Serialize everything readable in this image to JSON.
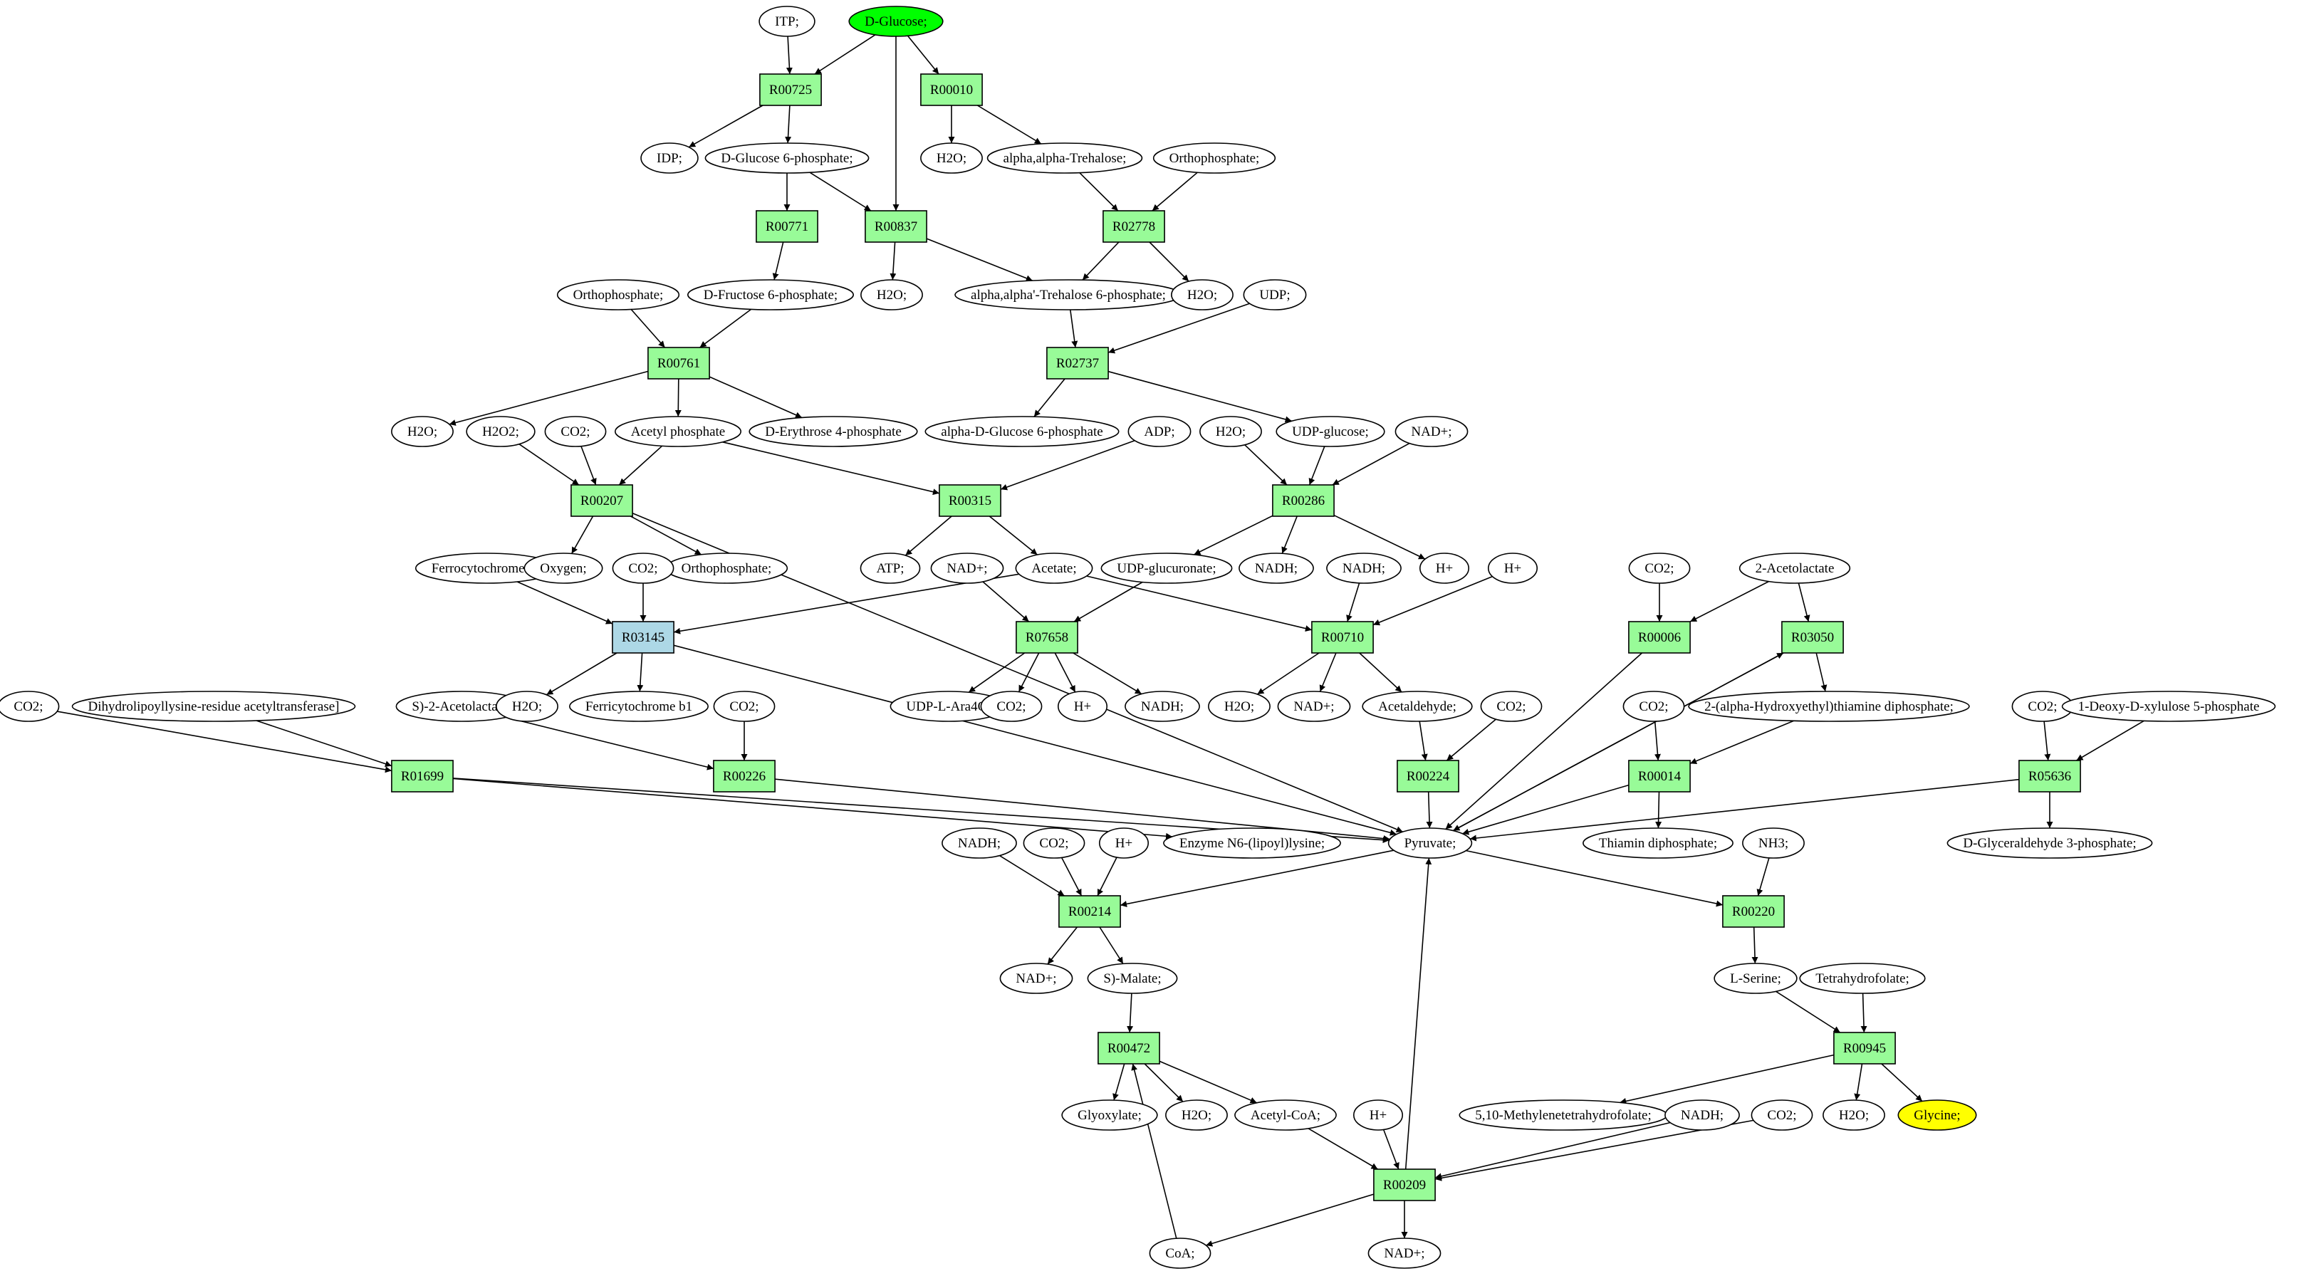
{
  "colors": {
    "metabolite": "#ffffff",
    "reaction": "#98fb98",
    "reaction_alt": "#add8e6",
    "start": "#00ff00",
    "target": "#ffff00",
    "stroke": "#000000"
  },
  "nodes": [
    {
      "id": "itp",
      "label": "ITP;",
      "shape": "ellipse",
      "color": "metabolite"
    },
    {
      "id": "dglucose",
      "label": "D-Glucose;",
      "shape": "ellipse",
      "color": "start"
    },
    {
      "id": "r00725",
      "label": "R00725",
      "shape": "rect",
      "color": "reaction"
    },
    {
      "id": "r00010",
      "label": "R00010",
      "shape": "rect",
      "color": "reaction"
    },
    {
      "id": "idp",
      "label": "IDP;",
      "shape": "ellipse",
      "color": "metabolite"
    },
    {
      "id": "g6p",
      "label": "D-Glucose 6-phosphate;",
      "shape": "ellipse",
      "color": "metabolite"
    },
    {
      "id": "h2o_a",
      "label": "H2O;",
      "shape": "ellipse",
      "color": "metabolite"
    },
    {
      "id": "trehalose",
      "label": "alpha,alpha-Trehalose;",
      "shape": "ellipse",
      "color": "metabolite"
    },
    {
      "id": "orthop_a",
      "label": "Orthophosphate;",
      "shape": "ellipse",
      "color": "metabolite"
    },
    {
      "id": "r00771",
      "label": "R00771",
      "shape": "rect",
      "color": "reaction"
    },
    {
      "id": "r00837",
      "label": "R00837",
      "shape": "rect",
      "color": "reaction"
    },
    {
      "id": "r02778",
      "label": "R02778",
      "shape": "rect",
      "color": "reaction"
    },
    {
      "id": "orthop_b",
      "label": "Orthophosphate;",
      "shape": "ellipse",
      "color": "metabolite"
    },
    {
      "id": "f6p",
      "label": "D-Fructose 6-phosphate;",
      "shape": "ellipse",
      "color": "metabolite"
    },
    {
      "id": "h2o_b",
      "label": "H2O;",
      "shape": "ellipse",
      "color": "metabolite"
    },
    {
      "id": "t6p",
      "label": "alpha,alpha'-Trehalose 6-phosphate;",
      "shape": "ellipse",
      "color": "metabolite"
    },
    {
      "id": "h2o_c",
      "label": "H2O;",
      "shape": "ellipse",
      "color": "metabolite"
    },
    {
      "id": "udp",
      "label": "UDP;",
      "shape": "ellipse",
      "color": "metabolite"
    },
    {
      "id": "r00761",
      "label": "R00761",
      "shape": "rect",
      "color": "reaction"
    },
    {
      "id": "r02737",
      "label": "R02737",
      "shape": "rect",
      "color": "reaction"
    },
    {
      "id": "h2o_d",
      "label": "H2O;",
      "shape": "ellipse",
      "color": "metabolite"
    },
    {
      "id": "h2o2",
      "label": "H2O2;",
      "shape": "ellipse",
      "color": "metabolite"
    },
    {
      "id": "co2_a",
      "label": "CO2;",
      "shape": "ellipse",
      "color": "metabolite"
    },
    {
      "id": "acetylp",
      "label": "Acetyl phosphate",
      "shape": "ellipse",
      "color": "metabolite"
    },
    {
      "id": "e4p",
      "label": "D-Erythrose 4-phosphate",
      "shape": "ellipse",
      "color": "metabolite"
    },
    {
      "id": "adg6p",
      "label": "alpha-D-Glucose 6-phosphate",
      "shape": "ellipse",
      "color": "metabolite"
    },
    {
      "id": "adp",
      "label": "ADP;",
      "shape": "ellipse",
      "color": "metabolite"
    },
    {
      "id": "h2o_e",
      "label": "H2O;",
      "shape": "ellipse",
      "color": "metabolite"
    },
    {
      "id": "udpglc",
      "label": "UDP-glucose;",
      "shape": "ellipse",
      "color": "metabolite"
    },
    {
      "id": "nadp_a",
      "label": "NAD+;",
      "shape": "ellipse",
      "color": "metabolite"
    },
    {
      "id": "r00207",
      "label": "R00207",
      "shape": "rect",
      "color": "reaction"
    },
    {
      "id": "r00315",
      "label": "R00315",
      "shape": "rect",
      "color": "reaction"
    },
    {
      "id": "r00286",
      "label": "R00286",
      "shape": "rect",
      "color": "reaction"
    },
    {
      "id": "ferro",
      "label": "Ferrocytochrome b1",
      "shape": "ellipse",
      "color": "metabolite"
    },
    {
      "id": "oxygen",
      "label": "Oxygen;",
      "shape": "ellipse",
      "color": "metabolite"
    },
    {
      "id": "orthop_c",
      "label": "Orthophosphate;",
      "shape": "ellipse",
      "color": "metabolite"
    },
    {
      "id": "co2_b",
      "label": "CO2;",
      "shape": "ellipse",
      "color": "metabolite"
    },
    {
      "id": "atp",
      "label": "ATP;",
      "shape": "ellipse",
      "color": "metabolite"
    },
    {
      "id": "nadp_b",
      "label": "NAD+;",
      "shape": "ellipse",
      "color": "metabolite"
    },
    {
      "id": "acetate",
      "label": "Acetate;",
      "shape": "ellipse",
      "color": "metabolite"
    },
    {
      "id": "udpglcu",
      "label": "UDP-glucuronate;",
      "shape": "ellipse",
      "color": "metabolite"
    },
    {
      "id": "nadh_a",
      "label": "NADH;",
      "shape": "ellipse",
      "color": "metabolite"
    },
    {
      "id": "nadh_b",
      "label": "NADH;",
      "shape": "ellipse",
      "color": "metabolite"
    },
    {
      "id": "hplus_a",
      "label": "H+",
      "shape": "ellipse",
      "color": "metabolite"
    },
    {
      "id": "hplus_b",
      "label": "H+",
      "shape": "ellipse",
      "color": "metabolite"
    },
    {
      "id": "co2_c",
      "label": "CO2;",
      "shape": "ellipse",
      "color": "metabolite"
    },
    {
      "id": "acetolactate",
      "label": "2-Acetolactate",
      "shape": "ellipse",
      "color": "metabolite"
    },
    {
      "id": "r03145",
      "label": "R03145",
      "shape": "rect",
      "color": "reaction_alt"
    },
    {
      "id": "r07658",
      "label": "R07658",
      "shape": "rect",
      "color": "reaction"
    },
    {
      "id": "r00710",
      "label": "R00710",
      "shape": "rect",
      "color": "reaction"
    },
    {
      "id": "r00006",
      "label": "R00006",
      "shape": "rect",
      "color": "reaction"
    },
    {
      "id": "r03050",
      "label": "R03050",
      "shape": "rect",
      "color": "reaction"
    },
    {
      "id": "co2_d",
      "label": "CO2;",
      "shape": "ellipse",
      "color": "metabolite"
    },
    {
      "id": "dlat",
      "label": "Dihydrolipoyllysine-residue acetyltransferase]",
      "shape": "ellipse",
      "color": "metabolite"
    },
    {
      "id": "sacetolactate",
      "label": "S)-2-Acetolactate;",
      "shape": "ellipse",
      "color": "metabolite"
    },
    {
      "id": "co2_e",
      "label": "CO2;",
      "shape": "ellipse",
      "color": "metabolite"
    },
    {
      "id": "h2o_f",
      "label": "H2O;",
      "shape": "ellipse",
      "color": "metabolite"
    },
    {
      "id": "ferri",
      "label": "Ferricytochrome b1",
      "shape": "ellipse",
      "color": "metabolite"
    },
    {
      "id": "udpara",
      "label": "UDP-L-Ara4O;",
      "shape": "ellipse",
      "color": "metabolite"
    },
    {
      "id": "co2_f",
      "label": "CO2;",
      "shape": "ellipse",
      "color": "metabolite"
    },
    {
      "id": "hplus_c",
      "label": "H+",
      "shape": "ellipse",
      "color": "metabolite"
    },
    {
      "id": "nadh_c",
      "label": "NADH;",
      "shape": "ellipse",
      "color": "metabolite"
    },
    {
      "id": "h2o_g",
      "label": "H2O;",
      "shape": "ellipse",
      "color": "metabolite"
    },
    {
      "id": "nadp_c",
      "label": "NAD+;",
      "shape": "ellipse",
      "color": "metabolite"
    },
    {
      "id": "acetaldehyde",
      "label": "Acetaldehyde;",
      "shape": "ellipse",
      "color": "metabolite"
    },
    {
      "id": "co2_g",
      "label": "CO2;",
      "shape": "ellipse",
      "color": "metabolite"
    },
    {
      "id": "hetdp",
      "label": "2-(alpha-Hydroxyethyl)thiamine diphosphate;",
      "shape": "ellipse",
      "color": "metabolite"
    },
    {
      "id": "co2_h",
      "label": "CO2;",
      "shape": "ellipse",
      "color": "metabolite"
    },
    {
      "id": "co2_i",
      "label": "CO2;",
      "shape": "ellipse",
      "color": "metabolite"
    },
    {
      "id": "dxp",
      "label": "1-Deoxy-D-xylulose 5-phosphate",
      "shape": "ellipse",
      "color": "metabolite"
    },
    {
      "id": "r01699",
      "label": "R01699",
      "shape": "rect",
      "color": "reaction"
    },
    {
      "id": "r00226",
      "label": "R00226",
      "shape": "rect",
      "color": "reaction"
    },
    {
      "id": "r00224",
      "label": "R00224",
      "shape": "rect",
      "color": "reaction"
    },
    {
      "id": "r00014",
      "label": "R00014",
      "shape": "rect",
      "color": "reaction"
    },
    {
      "id": "r05636",
      "label": "R05636",
      "shape": "rect",
      "color": "reaction"
    },
    {
      "id": "enzyme",
      "label": "Enzyme N6-(lipoyl)lysine;",
      "shape": "ellipse",
      "color": "metabolite"
    },
    {
      "id": "pyruvate",
      "label": "Pyruvate;",
      "shape": "ellipse",
      "color": "metabolite"
    },
    {
      "id": "thdp",
      "label": "Thiamin diphosphate;",
      "shape": "ellipse",
      "color": "metabolite"
    },
    {
      "id": "nh3",
      "label": "NH3;",
      "shape": "ellipse",
      "color": "metabolite"
    },
    {
      "id": "gap",
      "label": "D-Glyceraldehyde 3-phosphate;",
      "shape": "ellipse",
      "color": "metabolite"
    },
    {
      "id": "nadh_d",
      "label": "NADH;",
      "shape": "ellipse",
      "color": "metabolite"
    },
    {
      "id": "co2_j",
      "label": "CO2;",
      "shape": "ellipse",
      "color": "metabolite"
    },
    {
      "id": "hplus_d",
      "label": "H+",
      "shape": "ellipse",
      "color": "metabolite"
    },
    {
      "id": "r00214",
      "label": "R00214",
      "shape": "rect",
      "color": "reaction"
    },
    {
      "id": "r00220",
      "label": "R00220",
      "shape": "rect",
      "color": "reaction"
    },
    {
      "id": "nadp_d",
      "label": "NAD+;",
      "shape": "ellipse",
      "color": "metabolite"
    },
    {
      "id": "smalate",
      "label": "S)-Malate;",
      "shape": "ellipse",
      "color": "metabolite"
    },
    {
      "id": "lserine",
      "label": "L-Serine;",
      "shape": "ellipse",
      "color": "metabolite"
    },
    {
      "id": "thf",
      "label": "Tetrahydrofolate;",
      "shape": "ellipse",
      "color": "metabolite"
    },
    {
      "id": "r00472",
      "label": "R00472",
      "shape": "rect",
      "color": "reaction"
    },
    {
      "id": "r00945",
      "label": "R00945",
      "shape": "rect",
      "color": "reaction"
    },
    {
      "id": "glyoxylate",
      "label": "Glyoxylate;",
      "shape": "ellipse",
      "color": "metabolite"
    },
    {
      "id": "h2o_h",
      "label": "H2O;",
      "shape": "ellipse",
      "color": "metabolite"
    },
    {
      "id": "acetylcoa",
      "label": "Acetyl-CoA;",
      "shape": "ellipse",
      "color": "metabolite"
    },
    {
      "id": "hplus_e",
      "label": "H+",
      "shape": "ellipse",
      "color": "metabolite"
    },
    {
      "id": "methylenethf",
      "label": "5,10-Methylenetetrahydrofolate;",
      "shape": "ellipse",
      "color": "metabolite"
    },
    {
      "id": "nadh_e",
      "label": "NADH;",
      "shape": "ellipse",
      "color": "metabolite"
    },
    {
      "id": "co2_k",
      "label": "CO2;",
      "shape": "ellipse",
      "color": "metabolite"
    },
    {
      "id": "h2o_i",
      "label": "H2O;",
      "shape": "ellipse",
      "color": "metabolite"
    },
    {
      "id": "glycine",
      "label": "Glycine;",
      "shape": "ellipse",
      "color": "target"
    },
    {
      "id": "r00209",
      "label": "R00209",
      "shape": "rect",
      "color": "reaction"
    },
    {
      "id": "coa",
      "label": "CoA;",
      "shape": "ellipse",
      "color": "metabolite"
    },
    {
      "id": "nadp_e",
      "label": "NAD+;",
      "shape": "ellipse",
      "color": "metabolite"
    }
  ],
  "edges": [
    [
      "itp",
      "r00725"
    ],
    [
      "dglucose",
      "r00725"
    ],
    [
      "dglucose",
      "r00837"
    ],
    [
      "dglucose",
      "r00010"
    ],
    [
      "r00725",
      "idp"
    ],
    [
      "r00725",
      "g6p"
    ],
    [
      "r00010",
      "h2o_a"
    ],
    [
      "r00010",
      "trehalose"
    ],
    [
      "g6p",
      "r00771"
    ],
    [
      "g6p",
      "r00837"
    ],
    [
      "trehalose",
      "r02778"
    ],
    [
      "orthop_a",
      "r02778"
    ],
    [
      "r00771",
      "f6p"
    ],
    [
      "r00837",
      "h2o_b"
    ],
    [
      "r00837",
      "t6p"
    ],
    [
      "r02778",
      "t6p"
    ],
    [
      "r02778",
      "h2o_c"
    ],
    [
      "f6p",
      "r00761"
    ],
    [
      "orthop_b",
      "r00761"
    ],
    [
      "t6p",
      "r02737"
    ],
    [
      "udp",
      "r02737"
    ],
    [
      "r00761",
      "h2o_d"
    ],
    [
      "r00761",
      "acetylp"
    ],
    [
      "r00761",
      "e4p"
    ],
    [
      "r02737",
      "adg6p"
    ],
    [
      "r02737",
      "udpglc"
    ],
    [
      "h2o2",
      "r00207"
    ],
    [
      "co2_a",
      "r00207"
    ],
    [
      "acetylp",
      "r00207"
    ],
    [
      "acetylp",
      "r00315"
    ],
    [
      "adp",
      "r00315"
    ],
    [
      "h2o_e",
      "r00286"
    ],
    [
      "udpglc",
      "r00286"
    ],
    [
      "nadp_a",
      "r00286"
    ],
    [
      "r00207",
      "oxygen"
    ],
    [
      "r00207",
      "orthop_c"
    ],
    [
      "r00207",
      "pyruvate"
    ],
    [
      "r00315",
      "atp"
    ],
    [
      "r00315",
      "acetate"
    ],
    [
      "r00286",
      "udpglcu"
    ],
    [
      "r00286",
      "nadh_a"
    ],
    [
      "r00286",
      "hplus_a"
    ],
    [
      "ferro",
      "r03145"
    ],
    [
      "co2_b",
      "r03145"
    ],
    [
      "acetate",
      "r03145"
    ],
    [
      "nadp_b",
      "r07658"
    ],
    [
      "udpglcu",
      "r07658"
    ],
    [
      "acetate",
      "r00710"
    ],
    [
      "nadh_b",
      "r00710"
    ],
    [
      "hplus_b",
      "r00710"
    ],
    [
      "co2_c",
      "r00006"
    ],
    [
      "acetolactate",
      "r00006"
    ],
    [
      "acetolactate",
      "r03050"
    ],
    [
      "r03145",
      "h2o_f"
    ],
    [
      "r03145",
      "ferri"
    ],
    [
      "r03145",
      "pyruvate"
    ],
    [
      "r07658",
      "udpara"
    ],
    [
      "r07658",
      "co2_f"
    ],
    [
      "r07658",
      "hplus_c"
    ],
    [
      "r07658",
      "nadh_c"
    ],
    [
      "r00710",
      "h2o_g"
    ],
    [
      "r00710",
      "nadp_c"
    ],
    [
      "r00710",
      "acetaldehyde"
    ],
    [
      "r00006",
      "pyruvate"
    ],
    [
      "r03050",
      "pyruvate"
    ],
    [
      "r03050",
      "hetdp"
    ],
    [
      "co2_d",
      "r01699"
    ],
    [
      "dlat",
      "r01699"
    ],
    [
      "sacetolactate",
      "r00226"
    ],
    [
      "co2_e",
      "r00226"
    ],
    [
      "acetaldehyde",
      "r00224"
    ],
    [
      "co2_g",
      "r00224"
    ],
    [
      "co2_h",
      "r00014"
    ],
    [
      "hetdp",
      "r00014"
    ],
    [
      "co2_i",
      "r05636"
    ],
    [
      "dxp",
      "r05636"
    ],
    [
      "r01699",
      "enzyme"
    ],
    [
      "r01699",
      "pyruvate"
    ],
    [
      "r00226",
      "pyruvate"
    ],
    [
      "r00224",
      "pyruvate"
    ],
    [
      "r00014",
      "pyruvate"
    ],
    [
      "r00014",
      "thdp"
    ],
    [
      "r05636",
      "pyruvate"
    ],
    [
      "r05636",
      "gap"
    ],
    [
      "pyruvate",
      "r03050"
    ],
    [
      "nadh_d",
      "r00214"
    ],
    [
      "co2_j",
      "r00214"
    ],
    [
      "hplus_d",
      "r00214"
    ],
    [
      "pyruvate",
      "r00214"
    ],
    [
      "pyruvate",
      "r00220"
    ],
    [
      "nh3",
      "r00220"
    ],
    [
      "r00214",
      "nadp_d"
    ],
    [
      "r00214",
      "smalate"
    ],
    [
      "r00220",
      "lserine"
    ],
    [
      "smalate",
      "r00472"
    ],
    [
      "lserine",
      "r00945"
    ],
    [
      "thf",
      "r00945"
    ],
    [
      "r00472",
      "glyoxylate"
    ],
    [
      "r00472",
      "h2o_h"
    ],
    [
      "r00472",
      "acetylcoa"
    ],
    [
      "r00945",
      "methylenethf"
    ],
    [
      "r00945",
      "h2o_i"
    ],
    [
      "r00945",
      "glycine"
    ],
    [
      "acetylcoa",
      "r00209"
    ],
    [
      "hplus_e",
      "r00209"
    ],
    [
      "nadh_e",
      "r00209"
    ],
    [
      "co2_k",
      "r00209"
    ],
    [
      "r00209",
      "pyruvate"
    ],
    [
      "r00209",
      "coa"
    ],
    [
      "r00209",
      "nadp_e"
    ],
    [
      "coa",
      "r00472"
    ]
  ]
}
